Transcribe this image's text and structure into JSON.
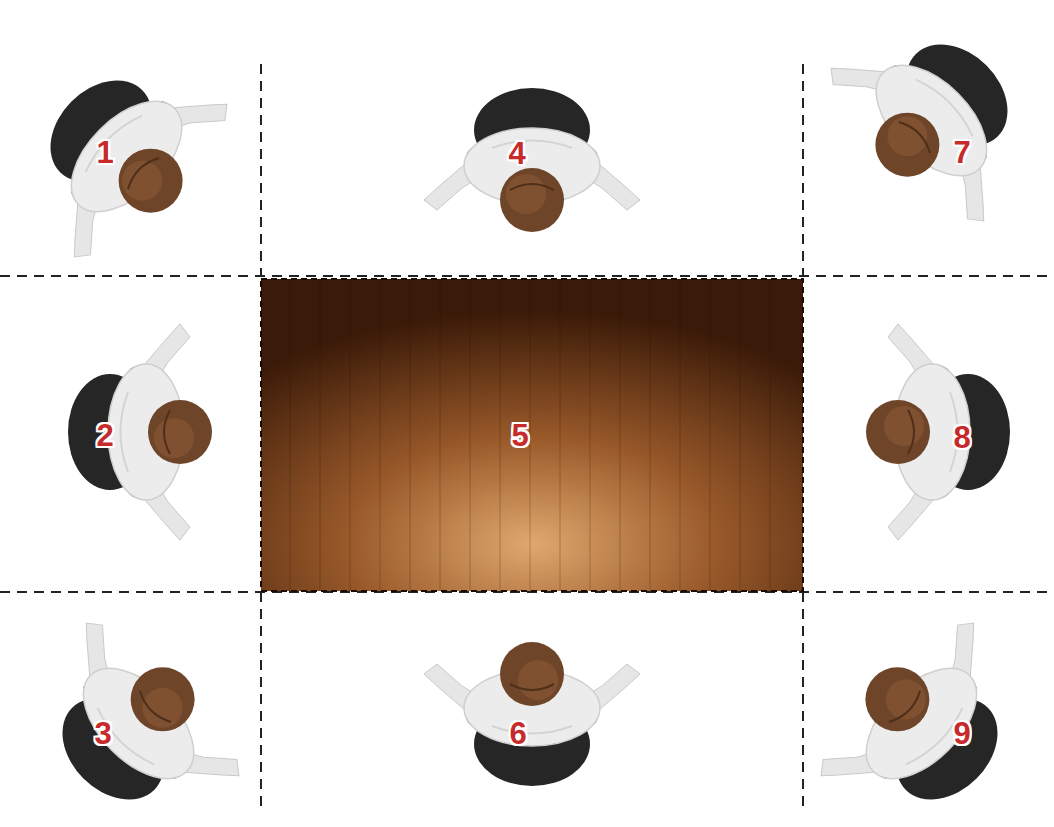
{
  "diagram": {
    "labels": [
      "1",
      "4",
      "7",
      "2",
      "5",
      "8",
      "3",
      "6",
      "9"
    ]
  }
}
